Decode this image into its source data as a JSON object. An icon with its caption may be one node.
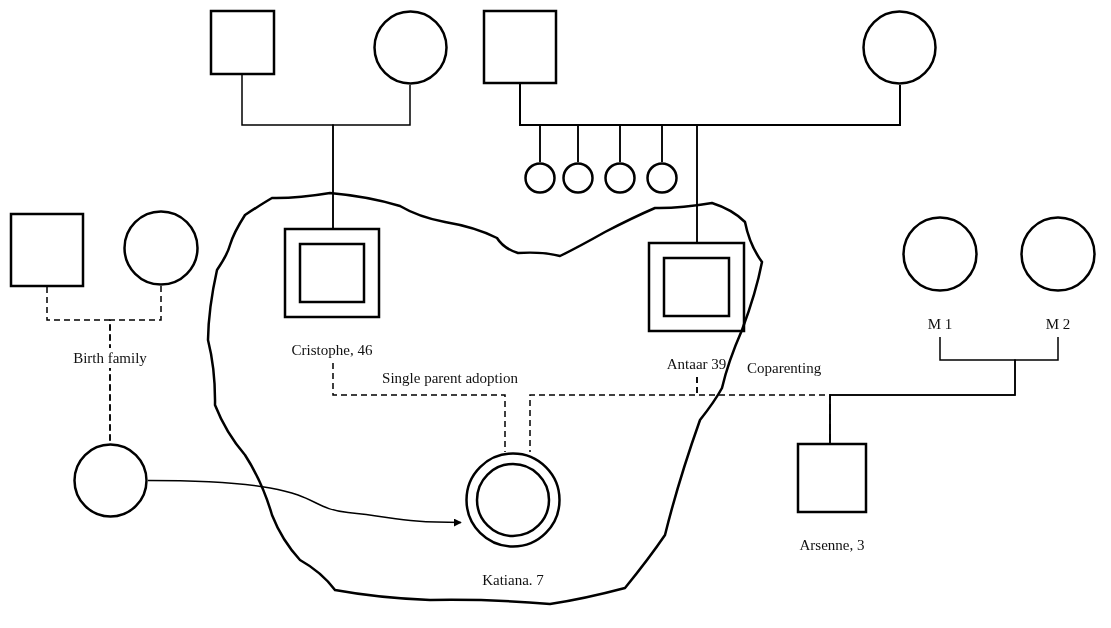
{
  "diagram": {
    "nodes": [
      {
        "text": [],
        "shape": "box"
      },
      {
        "text": [],
        "shape": "circle"
      },
      {
        "text": [],
        "shape": "box"
      },
      {
        "text": [],
        "shape": "circle"
      },
      {
        "text": [],
        "shape": "circle"
      },
      {
        "text": [],
        "shape": "circle"
      },
      {
        "text": [],
        "shape": "circle"
      },
      {
        "text": [],
        "shape": "circle"
      },
      {
        "text": [],
        "shape": "box"
      },
      {
        "text": [],
        "shape": "circle"
      },
      {
        "text": [
          "Single parent adoption"
        ]
      },
      {
        "text": [],
        "shape": "box",
        "beside": [
          "Cristophe, 46"
        ],
        "in": 10
      },
      {
        "text": [],
        "shape": "box",
        "beside": [
          "Antaar 39"
        ],
        "in": 10
      },
      {
        "text": [],
        "shape": "circle",
        "beside": [
          "M 1"
        ]
      },
      {
        "text": [],
        "shape": "circle",
        "beside": [
          "M 2"
        ]
      },
      {
        "text": [],
        "shape": "circle"
      },
      {
        "text": [],
        "shape": "circle",
        "beside": [
          "Katiana. 7"
        ],
        "in": 10
      },
      {
        "text": [],
        "shape": "box",
        "beside": [
          "Arsenne, 3"
        ]
      }
    ],
    "edges": [
      {
        "from": 0,
        "to": 11,
        "arrow": "none"
      },
      {
        "from": 1,
        "to": 11,
        "arrow": "none"
      },
      {
        "from": 2,
        "to": 4,
        "arrow": "none"
      },
      {
        "from": 2,
        "to": 5,
        "arrow": "none"
      },
      {
        "from": 2,
        "to": 6,
        "arrow": "none"
      },
      {
        "from": 2,
        "to": 7,
        "arrow": "none"
      },
      {
        "from": 2,
        "to": 12,
        "arrow": "none"
      },
      {
        "from": 3,
        "to": 4,
        "arrow": "none"
      },
      {
        "from": 3,
        "to": 5,
        "arrow": "none"
      },
      {
        "from": 3,
        "to": 6,
        "arrow": "none"
      },
      {
        "from": 3,
        "to": 7,
        "arrow": "none"
      },
      {
        "from": 3,
        "to": 12,
        "arrow": "none"
      },
      {
        "from": 8,
        "to": 15,
        "arrow": "none",
        "style": "dashed",
        "label": "Birth family"
      },
      {
        "from": 9,
        "to": 15,
        "arrow": "none",
        "style": "dashed"
      },
      {
        "from": 11,
        "to": 16,
        "arrow": "none",
        "style": "dashed"
      },
      {
        "from": 12,
        "to": 16,
        "arrow": "none",
        "style": "dashed"
      },
      {
        "from": 12,
        "to": 17,
        "arrow": "none",
        "style": "dashed"
      },
      {
        "from": 13,
        "to": 17,
        "arrow": "none"
      },
      {
        "from": 14,
        "to": 17,
        "arrow": "none"
      },
      {
        "from": 15,
        "to": 16,
        "arrow": "to"
      }
    ],
    "labels": [
      "Coparenting"
    ]
  }
}
